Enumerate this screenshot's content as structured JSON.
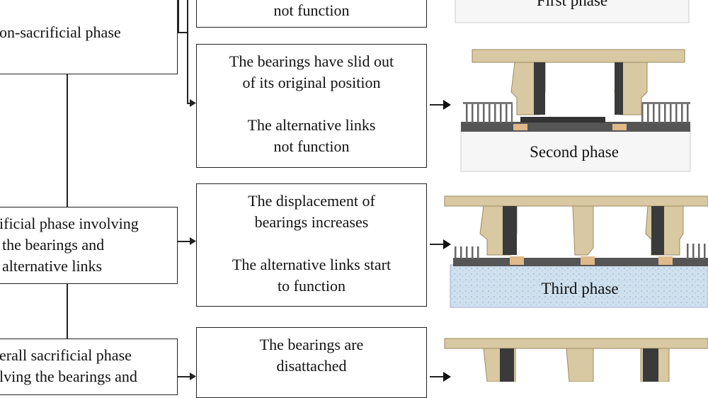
{
  "left_boxes": {
    "box1": {
      "lines": [
        "on-sacrificial phase"
      ]
    },
    "box2": {
      "lines": [
        "ificial phase involving",
        "the bearings and",
        "alternative links"
      ]
    },
    "box3": {
      "lines": [
        "erall sacrificial phase",
        "lving the bearings and"
      ]
    }
  },
  "mid_boxes": {
    "box0": {
      "lines": [
        "not function"
      ]
    },
    "box1": {
      "lines_a": [
        "The bearings have slid out",
        "of its original position"
      ],
      "lines_b": [
        "The alternative links",
        "not function"
      ]
    },
    "box2": {
      "lines_a": [
        "The displacement of",
        "bearings increases"
      ],
      "lines_b": [
        "The alternative links start",
        "to function"
      ]
    },
    "box3": {
      "lines_a": [
        "The bearings are",
        "disattached"
      ]
    }
  },
  "phases": {
    "first": "First phase",
    "second": "Second phase",
    "third": "Third phase"
  },
  "colors": {
    "stone": "#d8c9a2",
    "stone_dark": "#b9a778",
    "ground_white": "#f4f4f4",
    "ground_blue": "#cfe0ee",
    "line": "#222222"
  }
}
